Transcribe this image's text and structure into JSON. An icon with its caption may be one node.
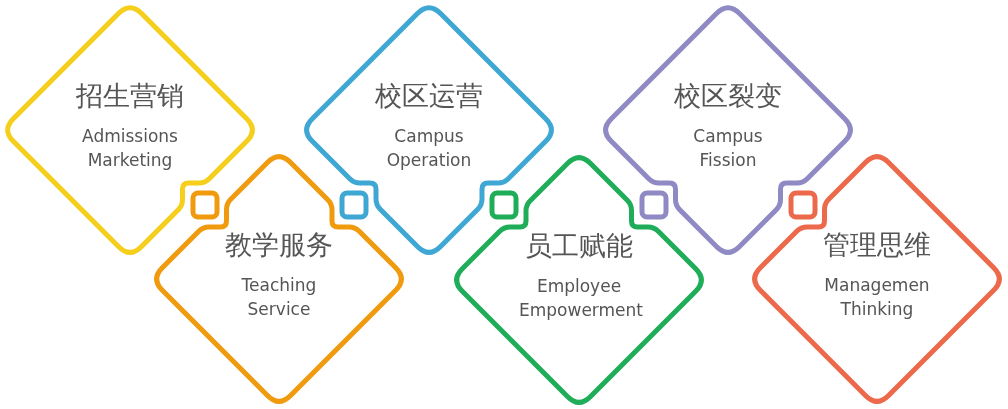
{
  "diagram": {
    "nodes": [
      {
        "text": [
          "招生营销",
          "Admissions Marketing"
        ]
      },
      {
        "text": [
          "教学服务",
          "Teaching Service"
        ]
      },
      {
        "text": [
          "校区运营",
          "Campus Operation"
        ]
      },
      {
        "text": [
          "员工赋能",
          "Employee Empowerment"
        ]
      },
      {
        "text": [
          "校区裂变",
          "Campus Fission"
        ]
      },
      {
        "text": [
          "管理思维",
          "Managemen Thinking"
        ]
      }
    ]
  }
}
